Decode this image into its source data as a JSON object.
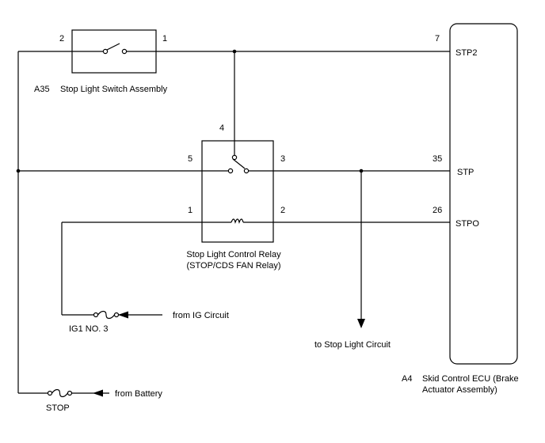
{
  "switch_assembly": {
    "code": "A35",
    "name": "Stop Light Switch Assembly",
    "pin_left": "2",
    "pin_right": "1"
  },
  "relay": {
    "name_line1": "Stop Light Control Relay",
    "name_line2": "(STOP/CDS FAN Relay)",
    "pin_top": "4",
    "pin_left_upper": "5",
    "pin_right_upper": "3",
    "pin_left_lower": "1",
    "pin_right_lower": "2"
  },
  "ecu": {
    "code": "A4",
    "name_line1": "Skid Control ECU (Brake",
    "name_line2": "Actuator Assembly)",
    "pins": [
      {
        "number": "7",
        "name": "STP2"
      },
      {
        "number": "35",
        "name": "STP"
      },
      {
        "number": "26",
        "name": "STPO"
      }
    ]
  },
  "fuses": [
    {
      "name": "IG1 NO. 3",
      "source": "from IG Circuit"
    },
    {
      "name": "STOP",
      "source": "from Battery"
    }
  ],
  "outputs": {
    "stop_light": "to Stop Light Circuit"
  }
}
